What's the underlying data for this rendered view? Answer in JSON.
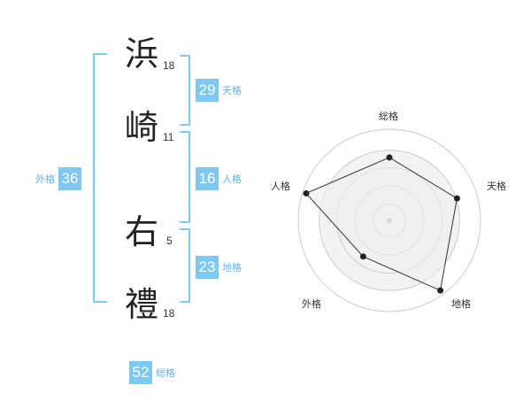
{
  "name": {
    "chars": [
      {
        "char": "浜",
        "strokes": "18"
      },
      {
        "char": "崎",
        "strokes": "11"
      },
      {
        "char": "右",
        "strokes": "5"
      },
      {
        "char": "禮",
        "strokes": "18"
      }
    ]
  },
  "fortunes": {
    "tenkaku": {
      "value": "29",
      "label": "天格"
    },
    "jinkaku": {
      "value": "16",
      "label": "人格"
    },
    "chikaku": {
      "value": "23",
      "label": "地格"
    },
    "gaikaku": {
      "value": "36",
      "label": "外格"
    },
    "soukaku": {
      "value": "52",
      "label": "総格"
    }
  },
  "radar": {
    "axes": [
      "総格",
      "天格",
      "地格",
      "外格",
      "人格"
    ],
    "values": [
      0.69,
      0.78,
      0.95,
      0.49,
      0.96
    ],
    "colors": {
      "fill": "#eeeeee",
      "line": "#333333",
      "grid": "#cccccc",
      "point": "#222222"
    }
  }
}
